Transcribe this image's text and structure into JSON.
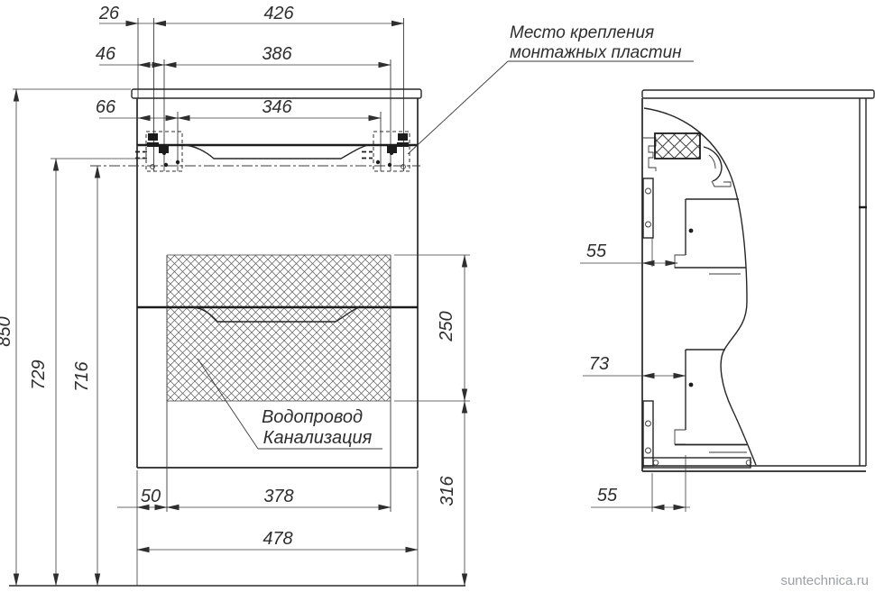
{
  "drawing": {
    "title_context": "vanity-cabinet-installation-drawing",
    "front_view": {
      "dims": {
        "d26": "26",
        "d426": "426",
        "d46": "46",
        "d386": "386",
        "d66": "66",
        "d346": "346",
        "d850": "850",
        "d729": "729",
        "d716": "716",
        "d250": "250",
        "d316": "316",
        "d50": "50",
        "d378": "378",
        "d478": "478"
      },
      "labels": {
        "plumbing_line1": "Водопровод",
        "plumbing_line2": "Канализация"
      }
    },
    "side_view": {
      "dims": {
        "d55_top": "55",
        "d73": "73",
        "d55_bottom": "55"
      }
    },
    "annotations": {
      "mounting_line1": "Место крепления",
      "mounting_line2": "монтажных пластин"
    },
    "watermark": "suntechnica.ru",
    "colors": {
      "line": "#2e2e2e",
      "thick_line": "#1c1c1c",
      "watermark": "#9aa0a6",
      "background": "#ffffff"
    }
  }
}
